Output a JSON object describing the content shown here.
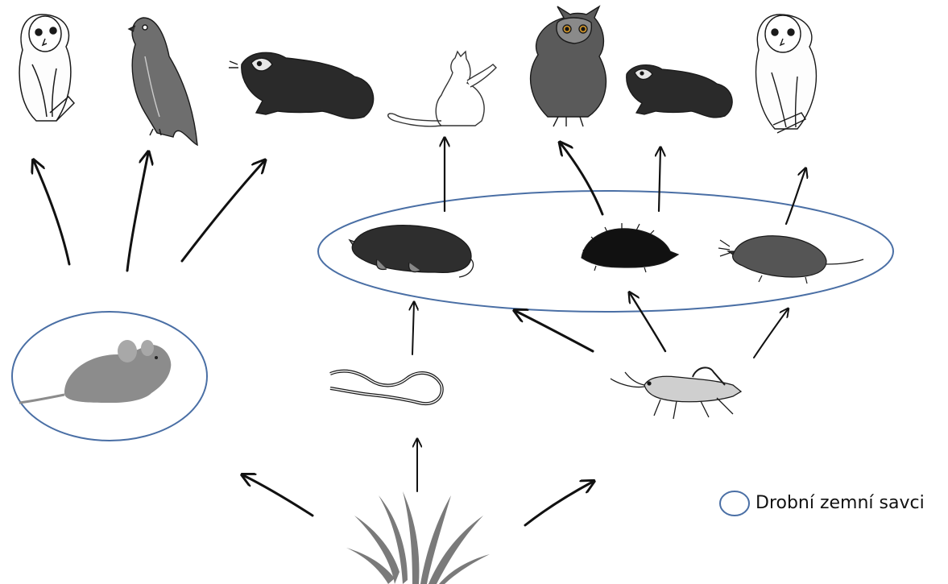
{
  "legend": {
    "label": "Drobní zemní savci",
    "marker_color": "#4a6fa5"
  },
  "colors": {
    "ellipse": "#4a6fa5",
    "arrow": "#111111",
    "ink": "#1a1a1a",
    "gray_fill": "#8a8a8a",
    "grass": "#7a7a7a"
  },
  "nodes": {
    "predators": [
      "barn-owl",
      "hawk",
      "ferret",
      "cat",
      "eagle-owl",
      "ferret",
      "barn-owl"
    ],
    "small_mammals_left": [
      "mouse"
    ],
    "small_mammals_group": [
      "mole",
      "hedgehog",
      "shrew"
    ],
    "invertebrates": [
      "earthworm",
      "grasshopper"
    ],
    "producer": "grass"
  }
}
